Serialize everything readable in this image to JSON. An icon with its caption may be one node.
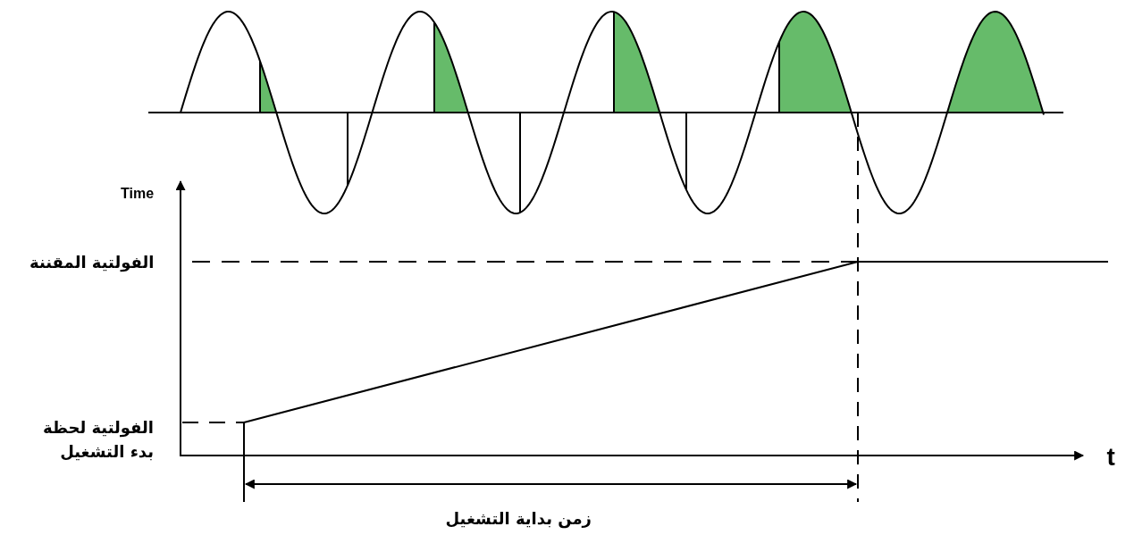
{
  "diagram": {
    "labels": [
      "Time",
      "الفولتية المقننة",
      "الفولتية لحظة بدء التشغيل",
      "t",
      "زمن بداية التشغيل"
    ]
  }
}
